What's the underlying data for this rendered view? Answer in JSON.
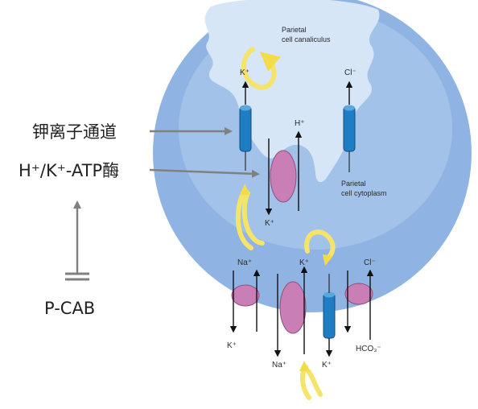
{
  "labels": {
    "canaliculus_line1": "Parietal",
    "canaliculus_line2": "cell canaliculus",
    "cytoplasm_line1": "Parietal",
    "cytoplasm_line2": "cell cytoplasm",
    "k_top": "K⁺",
    "cl_top": "Cl⁻",
    "h_top": "H⁺",
    "k_mid": "K⁺",
    "na_left": "Na⁺",
    "k_center": "K⁺",
    "cl_right": "Cl⁻",
    "k_bottom_left": "K⁺",
    "na_bottom": "Na⁺",
    "k_bottom_mid": "K⁺",
    "hco3": "HCO₃⁻"
  },
  "annotations": {
    "channel": "钾离子通道",
    "enzyme": "H⁺/K⁺-ATP酶",
    "inhibitor": "P-CAB"
  },
  "colors": {
    "cell": "#8fb4e3",
    "cytoplasm_inner": "#a9c6ec",
    "canaliculus": "#d6e6f7",
    "channel": "#1f7dc4",
    "pump": "#c97fb6",
    "cycle_arrow": "#f5e36a",
    "pointer": "#808080"
  }
}
